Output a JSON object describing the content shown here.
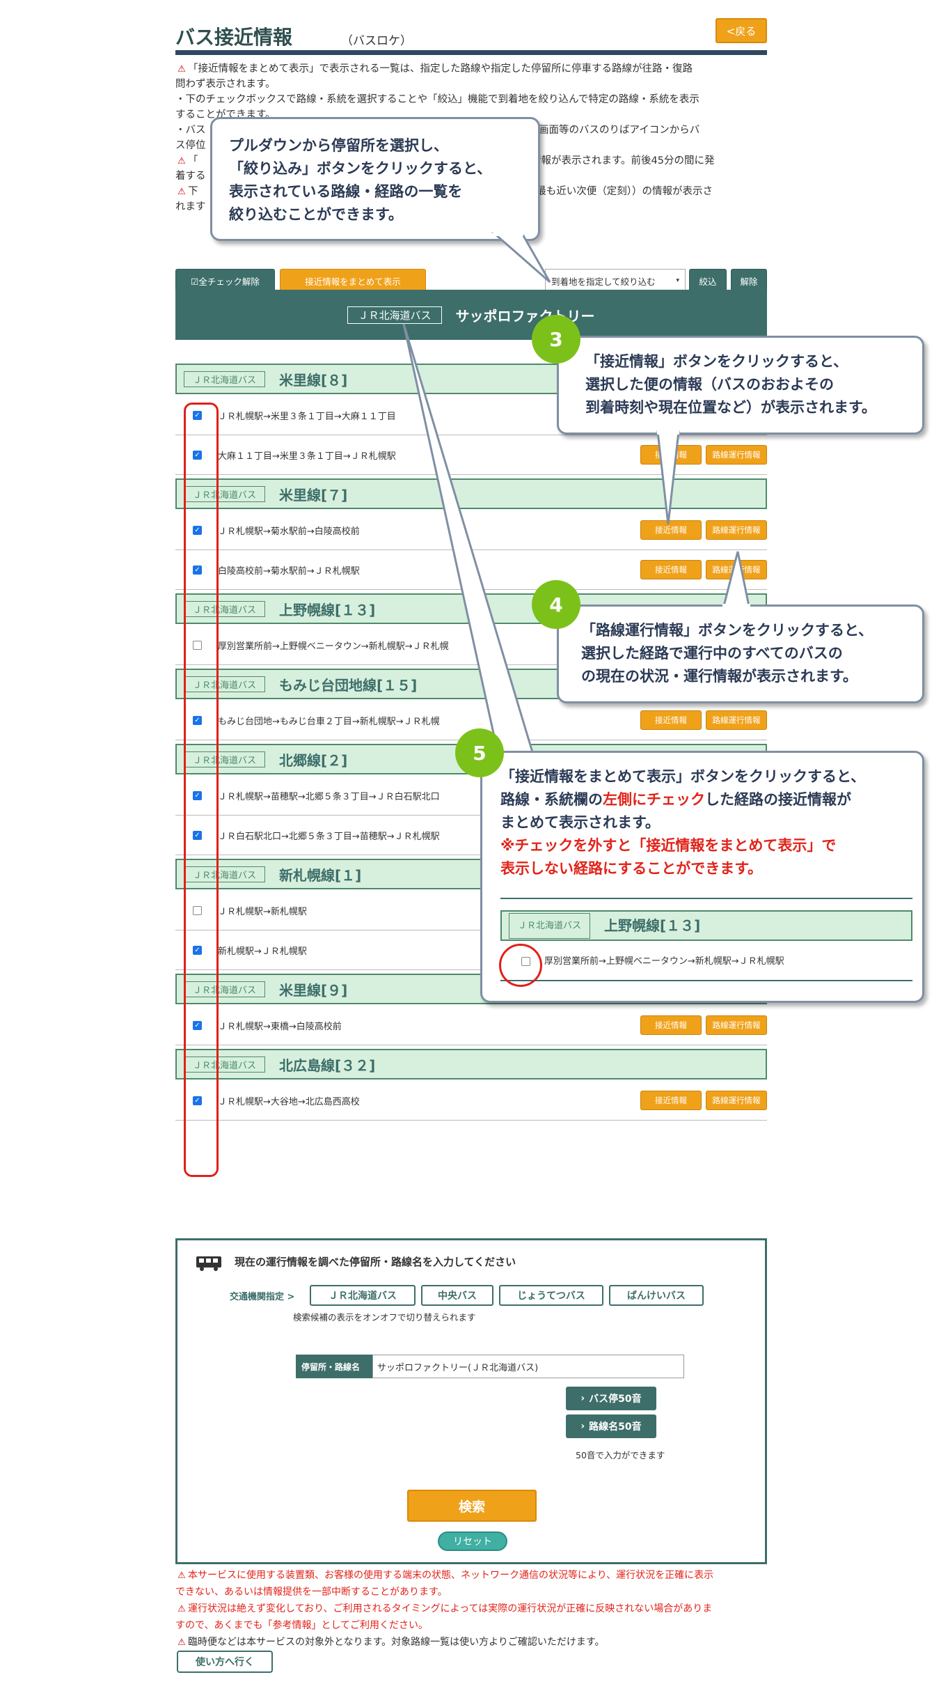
{
  "header": {
    "title": "バス接近情報",
    "subtitle": "（バスロケ）",
    "back_label": "<戻る"
  },
  "notes": [
    {
      "warn": true,
      "text": "「接近情報をまとめて表示」で表示される一覧は、指定した路線や指定した停留所に停車する路線が往路・復路"
    },
    {
      "warn": false,
      "text": "問わず表示されます。"
    },
    {
      "warn": false,
      "text": "・下のチェックボックスで路線・系統を選択することや「絞込」機能で到着地を絞り込んで特定の路線・系統を表示"
    },
    {
      "warn": false,
      "text": "することができます。"
    },
    {
      "warn": false,
      "text": "・バス　　　　　　　　　　　　　　　　　　　　　　　　　　　　　　情報」画面等のバスのりばアイコンからバ"
    },
    {
      "warn": false,
      "text": "ス停位"
    },
    {
      "warn": true,
      "text": "「　　　　　　　　　　　　　　　　　　　　　　　　　　　　　　　　の情報が表示されます。前後45分の間に発"
    },
    {
      "warn": false,
      "text": "着する"
    },
    {
      "warn": true,
      "text": "下　　　　　　　　　　　　　　　　　　　　　　　　　　　　　　　　　（最も近い次便（定刻））の情報が表示さ"
    },
    {
      "warn": false,
      "text": "れます"
    }
  ],
  "toolbar": {
    "uncheck_all": "☑全チェック解除",
    "show_all": "接近情報をまとめて表示",
    "filter_select": "到着地を指定して絞り込む",
    "filter_btn": "絞込",
    "clear_btn": "解除"
  },
  "stop": {
    "operator": "ＪＲ北海道バス",
    "name": "サッポロファクトリー"
  },
  "routes": [
    {
      "operator": "ＪＲ北海道バス",
      "name": "米里線[８]",
      "trips": [
        {
          "checked": true,
          "text": "ＪＲ札幌駅→米里３条１丁目→大麻１１丁目"
        },
        {
          "checked": true,
          "text": "大麻１１丁目→米里３条１丁目→ＪＲ札幌駅"
        }
      ]
    },
    {
      "operator": "ＪＲ北海道バス",
      "name": "米里線[７]",
      "trips": [
        {
          "checked": true,
          "text": "ＪＲ札幌駅→菊水駅前→白陵高校前"
        },
        {
          "checked": true,
          "text": "白陵高校前→菊水駅前→ＪＲ札幌駅"
        }
      ]
    },
    {
      "operator": "ＪＲ北海道バス",
      "name": "上野幌線[１３]",
      "trips": [
        {
          "checked": false,
          "text": "厚別営業所前→上野幌ベニータウン→新札幌駅→ＪＲ札幌"
        }
      ]
    },
    {
      "operator": "ＪＲ北海道バス",
      "name": "もみじ台団地線[１５]",
      "trips": [
        {
          "checked": true,
          "text": "もみじ台団地→もみじ台車２丁目→新札幌駅→ＪＲ札幌"
        }
      ]
    },
    {
      "operator": "ＪＲ北海道バス",
      "name": "北郷線[２]",
      "trips": [
        {
          "checked": true,
          "text": "ＪＲ札幌駅→苗穂駅→北郷５条３丁目→ＪＲ白石駅北口"
        },
        {
          "checked": true,
          "text": "ＪＲ白石駅北口→北郷５条３丁目→苗穂駅→ＪＲ札幌駅"
        }
      ]
    },
    {
      "operator": "ＪＲ北海道バス",
      "name": "新札幌線[１]",
      "trips": [
        {
          "checked": false,
          "text": "ＪＲ札幌駅→新札幌駅"
        },
        {
          "checked": true,
          "text": "新札幌駅→ＪＲ札幌駅"
        }
      ]
    },
    {
      "operator": "ＪＲ北海道バス",
      "name": "米里線[９]",
      "trips": [
        {
          "checked": true,
          "text": "ＪＲ札幌駅→東橋→白陵高校前"
        }
      ]
    },
    {
      "operator": "ＪＲ北海道バス",
      "name": "北広島線[３２]",
      "trips": [
        {
          "checked": true,
          "text": "ＪＲ札幌駅→大谷地→北広島西高校"
        }
      ]
    }
  ],
  "trip_buttons": {
    "approach": "接近情報",
    "operation": "路線運行情報"
  },
  "callouts": {
    "c1": [
      "プルダウンから停留所を選択し、",
      "「絞り込み」ボタンをクリックすると、",
      "表示されている路線・経路の一覧を",
      "絞り込むことができます。"
    ],
    "c3_num": "3",
    "c3": [
      "「接近情報」ボタンをクリックすると、",
      "選択した便の情報（バスのおおよその",
      "到着時刻や現在位置など）が表示されます。"
    ],
    "c4_num": "4",
    "c4": [
      "「路線運行情報」ボタンをクリックすると、",
      "選択した経路で運行中のすべてのバスの",
      "の現在の状況・運行情報が表示されます。"
    ],
    "c5_num": "5",
    "c5_line1": "「接近情報をまとめて表示」ボタンをクリックすると、",
    "c5_line2a": "路線・系統欄の",
    "c5_line2b": "左側にチェック",
    "c5_line2c": "した経路の接近情報が",
    "c5_line3": "まとめて表示されます。",
    "c5_red1": "※チェックを外すと「接近情報をまとめて表示」で",
    "c5_red2": "表示しない経路にすることができます。",
    "c5_example_operator": "ＪＲ北海道バス",
    "c5_example_route": "上野幌線[１３]",
    "c5_example_trip": "厚別営業所前→上野幌ベニータウン→新札幌駅→ＪＲ札幌駅"
  },
  "search": {
    "heading": "現在の運行情報を調べた停留所・路線名を入力してください",
    "operator_label": "交通機関指定 >",
    "operators": [
      "ＪＲ北海道バス",
      "中央バス",
      "じょうてつバス",
      "ばんけいバス"
    ],
    "operator_hint": "検索候補の表示をオンオフで切り替えられます",
    "field_label": "停留所・路線名",
    "field_value": "サッポロファクトリー(ＪＲ北海道バス)",
    "stop50": "バス停50音",
    "route50": "路線名50音",
    "hint50": "50音で入力ができます",
    "search_btn": "検索",
    "reset_btn": "リセット"
  },
  "footer": {
    "lines": [
      {
        "red": true,
        "text": "本サービスに使用する装置類、お客様の使用する端末の状態、ネットワーク通信の状況等により、運行状況を正確に表示"
      },
      {
        "red": true,
        "text": "できない、あるいは情報提供を一部中断することがあります。"
      },
      {
        "red": true,
        "text": "運行状況は絶えず変化しており、ご利用されるタイミングによっては実際の運行状況が正確に反映されない場合がありま"
      },
      {
        "red": true,
        "text": "すので、あくまでも「参考情報」としてご利用ください。"
      },
      {
        "red": false,
        "text": "臨時便などは本サービスの対象外となります。対象路線一覧は使い方よりご確認いただけます。"
      }
    ],
    "howto_btn": "使い方へ行く"
  }
}
